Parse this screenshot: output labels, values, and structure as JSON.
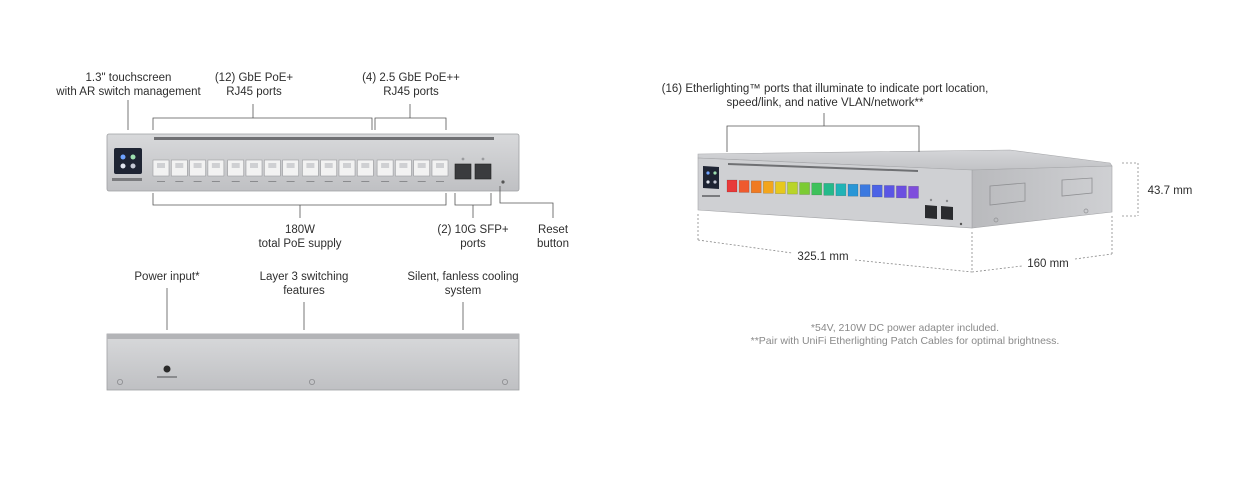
{
  "front_view": {
    "callouts": {
      "touchscreen": [
        "1.3\" touchscreen",
        "with AR switch management"
      ],
      "gbe_ports": [
        "(12) GbE PoE+",
        "RJ45 ports"
      ],
      "gbe25_ports": [
        "(4) 2.5 GbE PoE++",
        "RJ45 ports"
      ],
      "poe_supply": [
        "180W",
        "total PoE supply"
      ],
      "sfp_ports": [
        "(2) 10G SFP+",
        "ports"
      ],
      "reset": [
        "Reset",
        "button"
      ]
    }
  },
  "rear_view": {
    "callouts": {
      "power": [
        "Power input*"
      ],
      "layer3": [
        "Layer 3 switching",
        "features"
      ],
      "cooling": [
        "Silent, fanless cooling",
        "system"
      ]
    }
  },
  "perspective_view": {
    "callouts": {
      "etherlighting": [
        "(16) Etherlighting™ ports that illuminate to indicate port location,",
        "speed/link, and native VLAN/network**"
      ]
    },
    "dimensions": {
      "width": "325.1 mm",
      "depth": "160 mm",
      "height": "43.7 mm"
    }
  },
  "footnotes": {
    "power_adapter": "*54V, 210W DC power adapter included.",
    "patch_cables": "**Pair with UniFi Etherlighting Patch Cables for optimal brightness."
  },
  "colors": {
    "chassis": "#c9cacc",
    "chassis_dark": "#a9aaad",
    "port_light": "#f2f2f2",
    "screen": "#1e2433"
  },
  "etherlighting_colors": [
    "#e83a3a",
    "#ef5a2e",
    "#f07a22",
    "#f3a51c",
    "#e7c81d",
    "#b9d42a",
    "#7ccb34",
    "#3fc15b",
    "#25b98a",
    "#21b3b6",
    "#2996d6",
    "#3b79e0",
    "#4c63e6",
    "#5a55e5",
    "#6b4fe0",
    "#7f4ddc"
  ]
}
